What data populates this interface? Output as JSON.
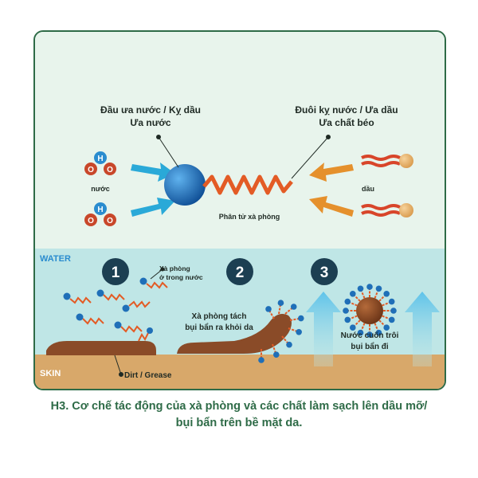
{
  "diagram": {
    "head_label_line1": "Đầu ưa nước / Kỵ dầu",
    "head_label_line2": "Ưa nước",
    "tail_label_line1": "Đuôi kỵ nước / Ưa dầu",
    "tail_label_line2": "Ưa chất béo",
    "water_label": "nước",
    "oil_label": "dầu",
    "molecule_label": "Phân tử xà phòng",
    "h_atom": "H",
    "o_atom": "O",
    "water_zone_label": "WATER",
    "skin_zone_label": "SKIN",
    "step1_number": "1",
    "step2_number": "2",
    "step3_number": "3",
    "step1_note_line1": "Xà phòng",
    "step1_note_line2": "ở trong nước",
    "step2_note_line1": "Xà phòng tách",
    "step2_note_line2": "bụi bẩn ra khỏi da",
    "step3_note_line1": "Nước cuốn trôi",
    "step3_note_line2": "bụi bẩn đi",
    "dirt_label": "Dirt / Grease"
  },
  "caption": {
    "line1": "H3. Cơ chế tác động của xà phòng và các chất làm sạch lên dầu mỡ/",
    "line2": "bụi bẩn trên bề mặt da."
  },
  "colors": {
    "frame": "#2e6b47",
    "top_bg": "#e8f4ec",
    "water_bg": "#bfe6e6",
    "skin_bg": "#d8a86a",
    "head": "#1f6fb8",
    "tail": "#e35b25",
    "arrow_blue": "#2aa9d8",
    "arrow_orange": "#e5902c",
    "dirt": "#8a4b28",
    "step_circle": "#1c3f52"
  }
}
